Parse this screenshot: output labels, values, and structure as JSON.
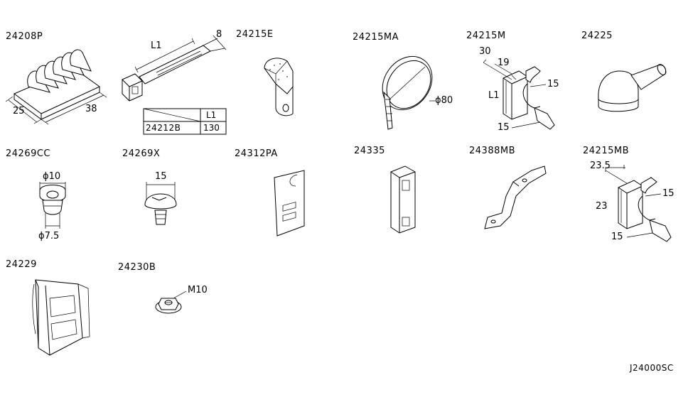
{
  "parts": [
    {
      "id": "p1",
      "label": "24208P"
    },
    {
      "id": "p2",
      "label": "24215E"
    },
    {
      "id": "p3",
      "label": "24215MA"
    },
    {
      "id": "p4",
      "label": "24215M"
    },
    {
      "id": "p5",
      "label": "24225"
    },
    {
      "id": "p6",
      "label": "24269CC"
    },
    {
      "id": "p7",
      "label": "24269X"
    },
    {
      "id": "p8",
      "label": "24312PA"
    },
    {
      "id": "p9",
      "label": "24335"
    },
    {
      "id": "p10",
      "label": "24388MB"
    },
    {
      "id": "p11",
      "label": "24215MB"
    },
    {
      "id": "p12",
      "label": "24229"
    },
    {
      "id": "p13",
      "label": "24230B"
    }
  ],
  "dimensions": {
    "d_25": "25",
    "d_38": "38",
    "d_L1_tie": "L1",
    "d_8": "8",
    "d_phi80": "ϕ80",
    "d_30": "30",
    "d_19": "19",
    "d_L1_clip": "L1",
    "d_15_upper": "15",
    "d_15_lower": "15",
    "d_phi10": "ϕ10",
    "d_phi7_5": "ϕ7.5",
    "d_15_clip": "15",
    "d_23_5": "23.5",
    "d_23": "23",
    "d_15_mb_upper": "15",
    "d_15_mb_lower": "15",
    "d_M10": "M10"
  },
  "tie_table": {
    "header_blank": "",
    "header_col": "L1",
    "row_part": "24212B",
    "row_value": "130"
  },
  "diagram_code": "J24000SC"
}
